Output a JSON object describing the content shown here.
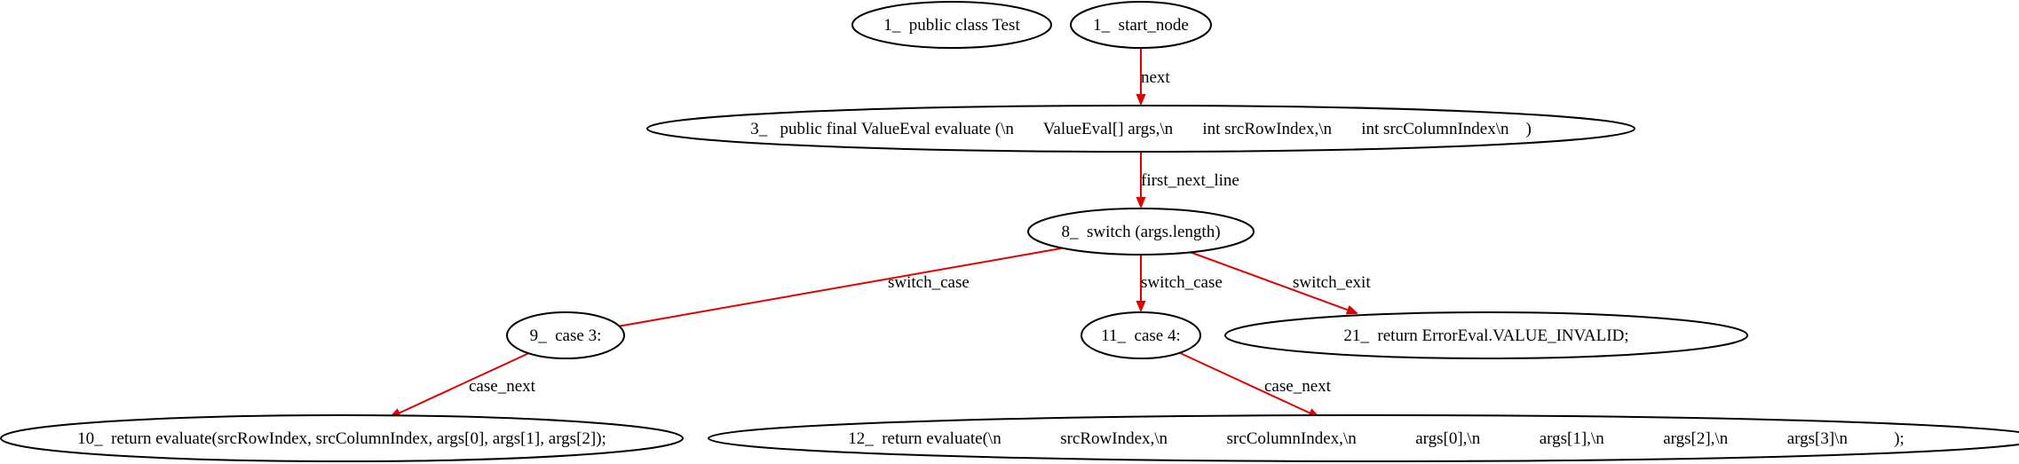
{
  "nodes": [
    {
      "id": "n1a",
      "label": "1_  public class Test"
    },
    {
      "id": "n1b",
      "label": "1_  start_node"
    },
    {
      "id": "n3",
      "label": "3_   public final ValueEval evaluate (\\n       ValueEval[] args,\\n       int srcRowIndex,\\n       int srcColumnIndex\\n    )"
    },
    {
      "id": "n8",
      "label": "8_  switch (args.length)"
    },
    {
      "id": "n9",
      "label": "9_  case 3:"
    },
    {
      "id": "n11",
      "label": "11_  case 4:"
    },
    {
      "id": "n21",
      "label": "21_  return ErrorEval.VALUE_INVALID;"
    },
    {
      "id": "n10",
      "label": "10_  return evaluate(srcRowIndex, srcColumnIndex, args[0], args[1], args[2]);"
    },
    {
      "id": "n12",
      "label": "12_  return evaluate(\\n              srcRowIndex,\\n              srcColumnIndex,\\n              args[0],\\n              args[1],\\n              args[2],\\n              args[3]\\n           );"
    }
  ],
  "edges": [
    {
      "from": "n1b",
      "to": "n3",
      "label": "next"
    },
    {
      "from": "n3",
      "to": "n8",
      "label": "first_next_line"
    },
    {
      "from": "n8",
      "to": "n9",
      "label": "switch_case"
    },
    {
      "from": "n8",
      "to": "n11",
      "label": "switch_case"
    },
    {
      "from": "n8",
      "to": "n21",
      "label": "switch_exit"
    },
    {
      "from": "n9",
      "to": "n10",
      "label": "case_next"
    },
    {
      "from": "n11",
      "to": "n12",
      "label": "case_next"
    }
  ],
  "colors": {
    "edge": "#e00000",
    "node_stroke": "#000000",
    "background": "#ffffff"
  }
}
